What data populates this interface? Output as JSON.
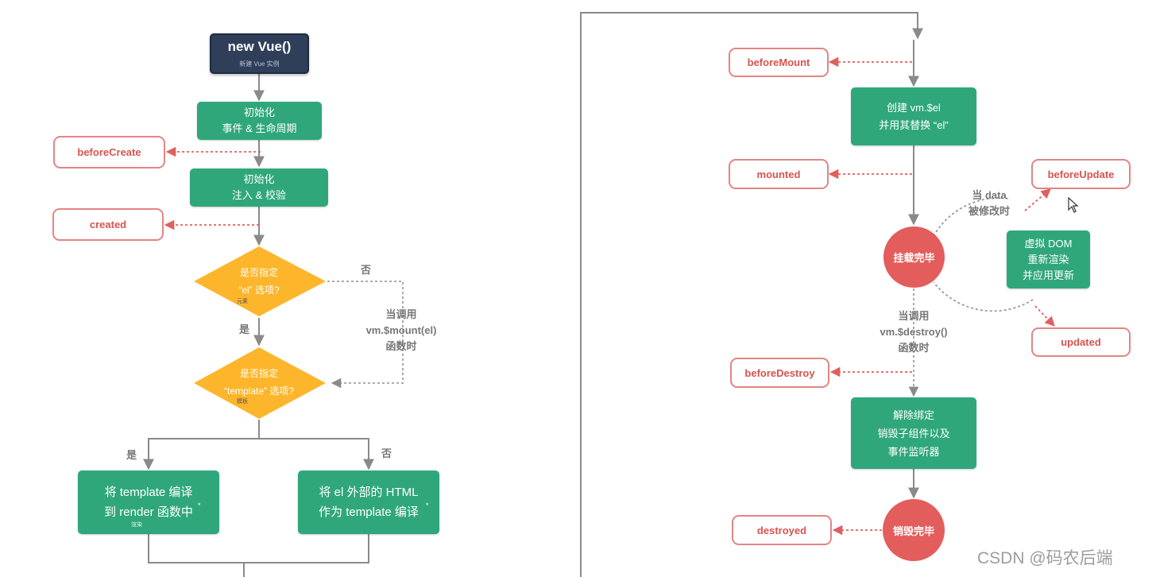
{
  "nodes": {
    "new_vue": {
      "title": "new Vue()",
      "sub": "新建 Vue 实例"
    },
    "init_events": {
      "line1": "初始化",
      "line2": "事件 & 生命周期"
    },
    "init_inject": {
      "line1": "初始化",
      "line2": "注入 & 校验"
    },
    "has_el": {
      "line1": "是否指定",
      "line2": "“el” 选项?",
      "tiny": "元素"
    },
    "has_template": {
      "line1": "是否指定",
      "line2": "“template” 选项?",
      "tiny": "模板"
    },
    "compile_template": {
      "line1": "将 template 编译",
      "line2": "到 render 函数中",
      "tiny": "渲染",
      "star": "*"
    },
    "compile_outer_html": {
      "line1": "将 el 外部的 HTML",
      "line2": "作为 template 编译",
      "star": "*"
    },
    "create_el": {
      "line1": "创建 vm.$el",
      "line2": "并用其替换 “el”"
    },
    "mounted_state": {
      "label": "挂载完毕"
    },
    "virtual_dom": {
      "line1": "虚拟 DOM",
      "line2": "重新渲染",
      "line3": "并应用更新"
    },
    "teardown": {
      "line1": "解除绑定",
      "line2": "销毁子组件以及",
      "line3": "事件监听器"
    },
    "destroyed_state": {
      "label": "销毁完毕"
    }
  },
  "hooks": {
    "before_create": "beforeCreate",
    "created": "created",
    "before_mount": "beforeMount",
    "mounted": "mounted",
    "before_update": "beforeUpdate",
    "updated": "updated",
    "before_destroy": "beforeDestroy",
    "destroyed": "destroyed"
  },
  "labels": {
    "no_el": "否",
    "yes_el": "是",
    "yes_template": "是",
    "no_template": "否",
    "mount_call": [
      "当调用",
      "vm.$mount(el)",
      "函数时"
    ],
    "data_changed": [
      "当 data",
      "被修改时"
    ],
    "destroy_call": [
      "当调用",
      "vm.$destroy()",
      "函数时"
    ]
  },
  "watermark": "CSDN @码农后端",
  "colors": {
    "dark_node": "#2f3f59",
    "process_node": "#2fa77b",
    "decision": "#fdb62c",
    "hook_border": "#e38584",
    "hook_text": "#d9534f",
    "state_circle": "#e35d5d",
    "connector": "#8a8a8a"
  }
}
